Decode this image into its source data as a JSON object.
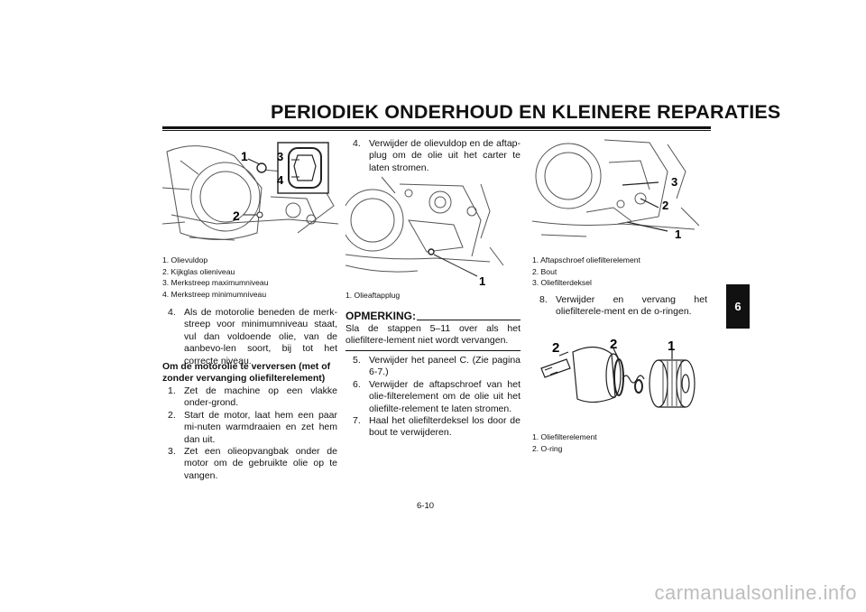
{
  "header": {
    "title": "PERIODIEK ONDERHOUD EN KLEINERE REPARATIES"
  },
  "chapter_tab": "6",
  "page_number": "6-10",
  "watermark": "carmanualsonline.info",
  "figure1": {
    "callouts": [
      "1",
      "2",
      "3",
      "4"
    ],
    "captions": [
      "1.  Olievuldop",
      "2.  Kijkglas olieniveau",
      "3.  Merkstreep maximumniveau",
      "4.  Merkstreep minimumniveau"
    ]
  },
  "col1": {
    "item4": {
      "num": "4.",
      "text": "Als de motorolie beneden de merk-streep voor minimumniveau staat, vul dan voldoende olie, van de aanbevo-len soort, bij tot het correcte niveau."
    },
    "heading": "Om de motorolie te verversen (met of zonder vervanging oliefilterelement)",
    "steps": [
      {
        "num": "1.",
        "text": "Zet de machine op een vlakke onder-grond."
      },
      {
        "num": "2.",
        "text": "Start de motor, laat hem een paar mi-nuten warmdraaien en zet hem dan uit."
      },
      {
        "num": "3.",
        "text": "Zet een olieopvangbak onder de motor om de gebruikte olie op te vangen."
      }
    ]
  },
  "figure2": {
    "callouts": [
      "1"
    ],
    "captions": [
      "1.  Olieaftapplug"
    ]
  },
  "col2": {
    "item4": {
      "num": "4.",
      "text": "Verwijder de olievuldop en de aftap-plug om de olie uit het carter te laten stromen."
    },
    "note_heading": "OPMERKING:",
    "note_text": "Sla de stappen 5–11 over als het oliefiltere-lement niet wordt vervangen.",
    "steps": [
      {
        "num": "5.",
        "text": "Verwijder het paneel C. (Zie pagina 6-7.)"
      },
      {
        "num": "6.",
        "text": "Verwijder de aftapschroef van het olie-filterelement om de olie uit het oliefilte-relement te laten stromen."
      },
      {
        "num": "7.",
        "text": "Haal het oliefilterdeksel los door de bout te verwijderen."
      }
    ]
  },
  "figure3": {
    "callouts": [
      "1",
      "2",
      "3"
    ],
    "captions": [
      "1.  Aftapschroef oliefilterelement",
      "2.  Bout",
      "3.  Oliefilterdeksel"
    ]
  },
  "col3": {
    "item8": {
      "num": "8.",
      "text": "Verwijder en vervang het oliefilterele-ment en de o-ringen."
    }
  },
  "figure4": {
    "callouts": [
      "2",
      "2",
      "1"
    ],
    "captions": [
      "1.  Oliefilterelement",
      "2.  O-ring"
    ]
  }
}
